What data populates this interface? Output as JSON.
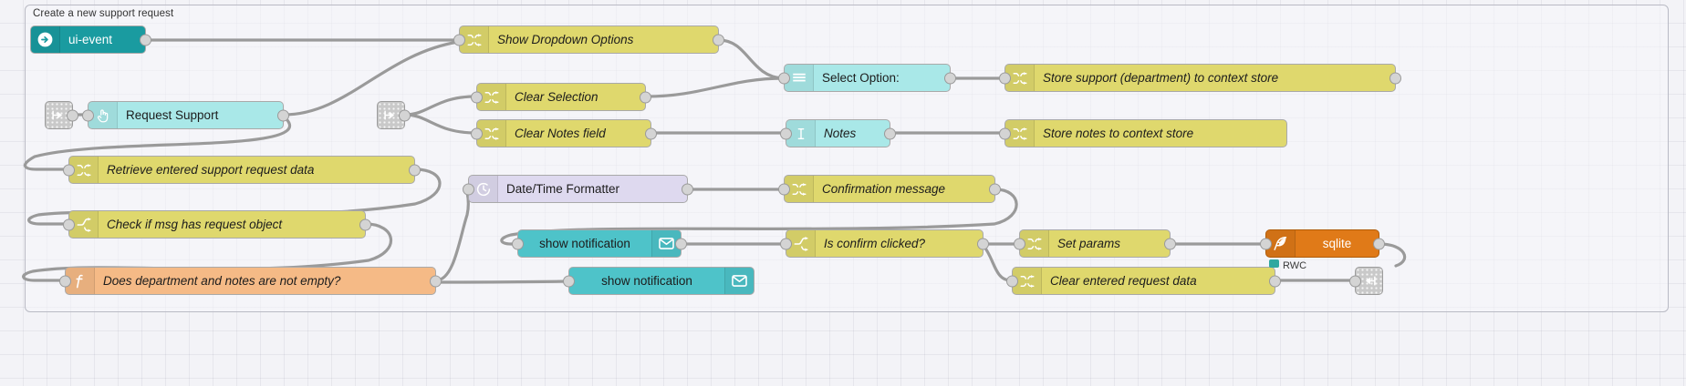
{
  "editor": {
    "group_label": "Create a new support request",
    "canvas_bg": "#f3f3f7",
    "wire_color": "#9a9a9a"
  },
  "palette": {
    "change_node": "#dfd86d",
    "ui_node": "#a9e8e8",
    "notify_node": "#4ec3c9",
    "event_node": "#1a9ba0",
    "function_node": "#f5ba86",
    "datetime_node": "#ded9ef",
    "sqlite_node": "#e07a18",
    "link_node": "#c9c9c9"
  },
  "nodes": [
    {
      "id": "ui-event",
      "label": "ui-event",
      "icon": "arrow-right-circle-icon",
      "type": "event"
    },
    {
      "id": "request-support",
      "label": "Request Support",
      "icon": "pointer-hand-icon",
      "type": "ui"
    },
    {
      "id": "show-dropdown",
      "label": "Show Dropdown Options",
      "icon": "change-shuffle-icon",
      "type": "change"
    },
    {
      "id": "clear-selection",
      "label": "Clear Selection",
      "icon": "change-shuffle-icon",
      "type": "change"
    },
    {
      "id": "clear-notes",
      "label": "Clear Notes field",
      "icon": "change-shuffle-icon",
      "type": "change"
    },
    {
      "id": "select-option",
      "label": "Select Option:",
      "icon": "dropdown-list-icon",
      "type": "ui"
    },
    {
      "id": "notes",
      "label": "Notes",
      "icon": "text-cursor-icon",
      "type": "ui"
    },
    {
      "id": "store-support",
      "label": "Store support (department) to context store",
      "icon": "change-shuffle-icon",
      "type": "change"
    },
    {
      "id": "store-notes",
      "label": "Store notes to context store",
      "icon": "change-shuffle-icon",
      "type": "change"
    },
    {
      "id": "retrieve-data",
      "label": "Retrieve entered support request data",
      "icon": "change-shuffle-icon",
      "type": "change"
    },
    {
      "id": "check-msg",
      "label": "Check if msg has request object",
      "icon": "switch-branch-icon",
      "type": "switch"
    },
    {
      "id": "dept-notes",
      "label": "Does department and notes are not empty?",
      "icon": "function-f-icon",
      "type": "function"
    },
    {
      "id": "datetime",
      "label": "Date/Time Formatter",
      "icon": "clock-icon",
      "type": "datetime"
    },
    {
      "id": "confirmation",
      "label": "Confirmation message",
      "icon": "change-shuffle-icon",
      "type": "change"
    },
    {
      "id": "notify-1",
      "label": "show notification",
      "icon": "envelope-icon",
      "type": "notify"
    },
    {
      "id": "notify-2",
      "label": "show notification",
      "icon": "envelope-icon",
      "type": "notify"
    },
    {
      "id": "is-confirm",
      "label": "Is confirm clicked?",
      "icon": "switch-branch-icon",
      "type": "switch"
    },
    {
      "id": "set-params",
      "label": "Set params",
      "icon": "change-shuffle-icon",
      "type": "change"
    },
    {
      "id": "clear-request",
      "label": "Clear entered request data",
      "icon": "change-shuffle-icon",
      "type": "change"
    },
    {
      "id": "sqlite",
      "label": "sqlite",
      "icon": "feather-icon",
      "type": "db",
      "status": "RWC"
    }
  ],
  "link_nodes": [
    {
      "id": "link-in-1",
      "icon": "link-in-icon"
    },
    {
      "id": "link-in-2",
      "icon": "link-in-icon"
    },
    {
      "id": "link-out-1",
      "icon": "link-out-icon"
    }
  ]
}
